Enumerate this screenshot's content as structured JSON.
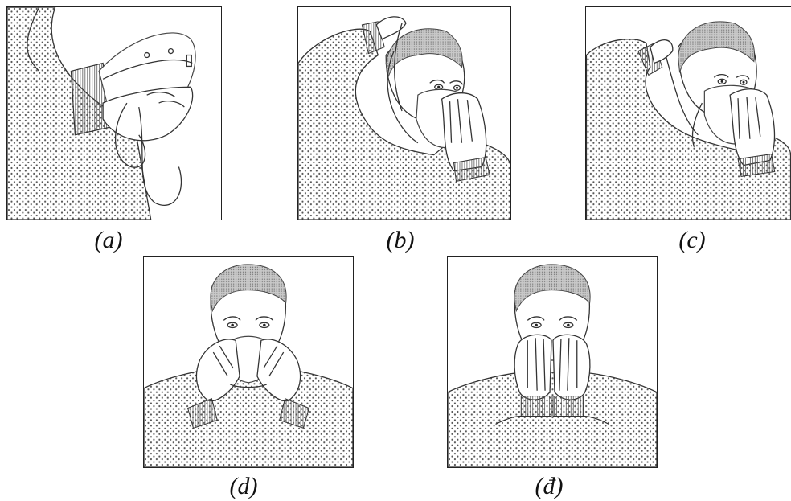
{
  "panels": [
    {
      "id": "a",
      "caption": "(a)"
    },
    {
      "id": "b",
      "caption": "(b)"
    },
    {
      "id": "c",
      "caption": "(c)"
    },
    {
      "id": "d",
      "caption": "(d)"
    },
    {
      "id": "e",
      "caption": "(đ)"
    }
  ],
  "colors": {
    "line": "#333333",
    "dots": "#555555",
    "hair": "#9a9a9a"
  }
}
